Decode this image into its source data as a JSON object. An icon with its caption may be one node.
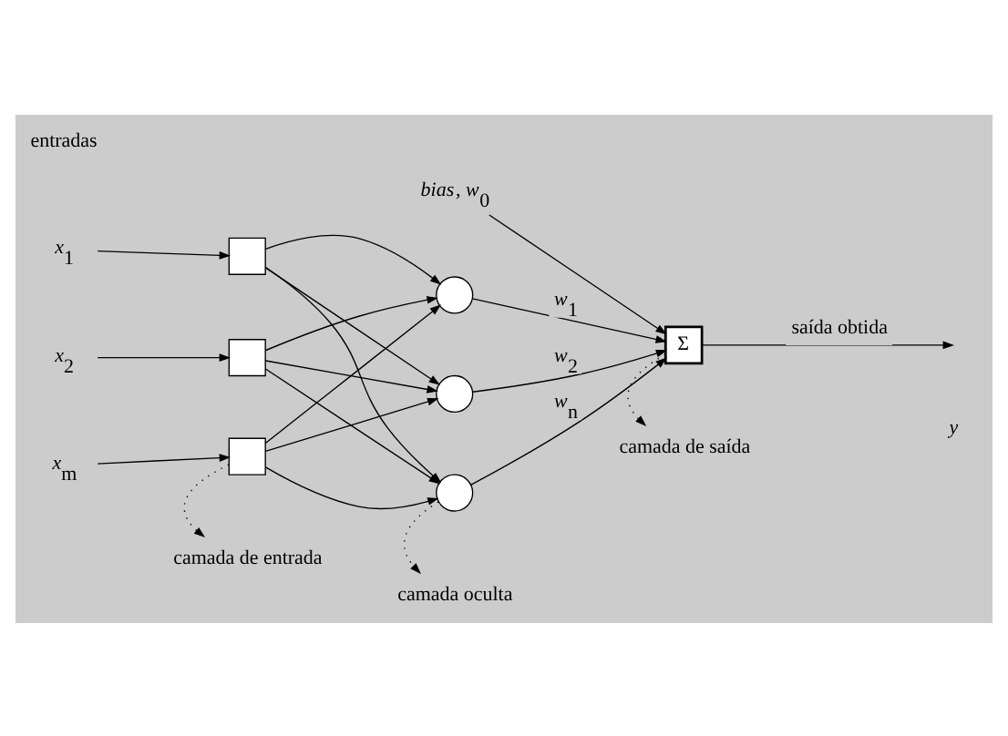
{
  "diagram": {
    "nodes": [
      {
        "text": [
          "*x*$_{1}$"
        ]
      },
      {
        "text": [
          "*x*$_{2}$"
        ]
      },
      {
        "text": [
          "*x*$_{m}$"
        ]
      },
      {
        "text": [],
        "shape": "box"
      },
      {
        "text": [],
        "shape": "box"
      },
      {
        "text": [],
        "shape": "box"
      },
      {
        "text": [],
        "shape": "circle"
      },
      {
        "text": [],
        "shape": "circle"
      },
      {
        "text": [],
        "shape": "circle"
      },
      {
        "text": [
          "Σ"
        ]
      },
      {
        "text": [
          "*bias*, *w*$_{0}$"
        ]
      },
      {
        "text": [
          "camada de entrada"
        ]
      },
      {
        "text": [
          "camada oculta"
        ]
      },
      {
        "text": [
          "camada de saída"
        ]
      }
    ],
    "edges": [
      {
        "from": 0,
        "to": 3,
        "arrow": "to"
      },
      {
        "from": 1,
        "to": 4,
        "arrow": "to"
      },
      {
        "from": 2,
        "to": 5,
        "arrow": "to"
      },
      {
        "from": 3,
        "to": 6,
        "arrow": "to"
      },
      {
        "from": 3,
        "to": 7,
        "arrow": "to"
      },
      {
        "from": 3,
        "to": 8,
        "arrow": "to"
      },
      {
        "from": 4,
        "to": 6,
        "arrow": "to"
      },
      {
        "from": 4,
        "to": 7,
        "arrow": "to"
      },
      {
        "from": 4,
        "to": 8,
        "arrow": "to"
      },
      {
        "from": 5,
        "to": 6,
        "arrow": "to"
      },
      {
        "from": 5,
        "to": 7,
        "arrow": "to"
      },
      {
        "from": 5,
        "to": 8,
        "arrow": "to"
      },
      {
        "from": 6,
        "to": 9,
        "arrow": "to",
        "label": "*w*$_{1}$"
      },
      {
        "from": 7,
        "to": 9,
        "arrow": "to",
        "label": "*w*$_{2}$"
      },
      {
        "from": 8,
        "to": 9,
        "arrow": "to",
        "label": "*w*$_{n}$"
      },
      {
        "from": 10,
        "to": 9,
        "arrow": "to"
      },
      {
        "from": 9,
        "to": null,
        "arrow": "to",
        "label": "saída obtida"
      },
      {
        "from": 5,
        "to": 11,
        "arrow": "to",
        "style": "dashed"
      },
      {
        "from": 8,
        "to": 12,
        "arrow": "to",
        "style": "dashed"
      },
      {
        "from": 9,
        "to": 13,
        "arrow": "to",
        "style": "dashed"
      }
    ],
    "labels": [
      "entradas",
      "*y*"
    ]
  }
}
